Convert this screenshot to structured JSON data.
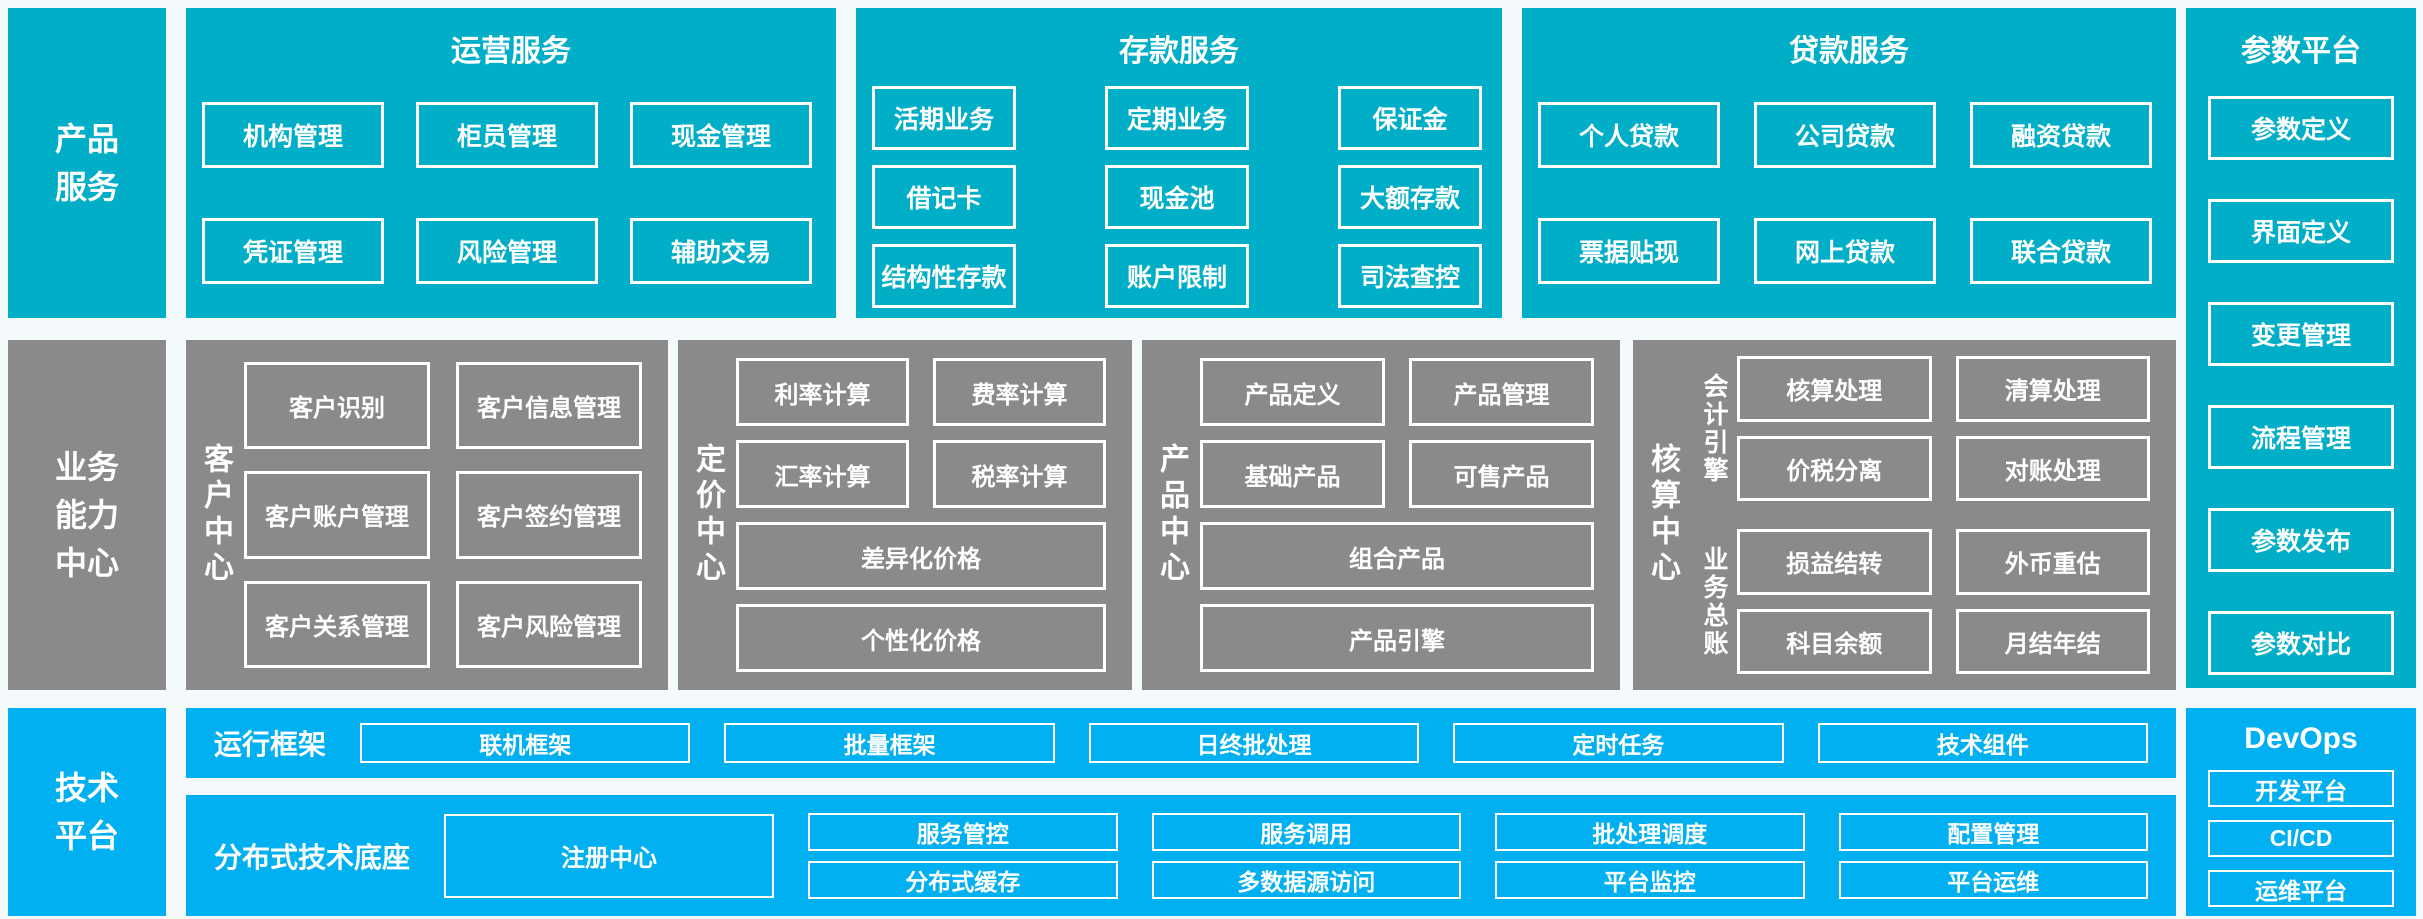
{
  "colors": {
    "teal": "#00aec7",
    "blue": "#00b0f0",
    "gray": "#8a8a8a"
  },
  "rails": {
    "products": "产品服务",
    "business": "业务能力中心",
    "tech": "技术平台"
  },
  "operations": {
    "title": "运营服务",
    "items": [
      "机构管理",
      "柜员管理",
      "现金管理",
      "凭证管理",
      "风险管理",
      "辅助交易"
    ]
  },
  "deposit": {
    "title": "存款服务",
    "items": [
      "活期业务",
      "定期业务",
      "保证金",
      "借记卡",
      "现金池",
      "大额存款",
      "结构性存款",
      "账户限制",
      "司法查控"
    ]
  },
  "loan": {
    "title": "贷款服务",
    "items": [
      "个人贷款",
      "公司贷款",
      "融资贷款",
      "票据贴现",
      "网上贷款",
      "联合贷款"
    ]
  },
  "params": {
    "title": "参数平台",
    "items": [
      "参数定义",
      "界面定义",
      "变更管理",
      "流程管理",
      "参数发布",
      "参数对比"
    ]
  },
  "customer": {
    "label": "客户中心",
    "items": [
      "客户识别",
      "客户信息管理",
      "客户账户管理",
      "客户签约管理",
      "客户关系管理",
      "客户风险管理"
    ]
  },
  "pricing": {
    "label": "定价中心",
    "small": [
      "利率计算",
      "费率计算",
      "汇率计算",
      "税率计算"
    ],
    "wide": [
      "差异化价格",
      "个性化价格"
    ]
  },
  "product": {
    "label": "产品中心",
    "small": [
      "产品定义",
      "产品管理",
      "基础产品",
      "可售产品"
    ],
    "wide": [
      "组合产品",
      "产品引擎"
    ]
  },
  "accounting": {
    "label": "核算中心",
    "groups": [
      {
        "label": "会计引擎",
        "items": [
          "核算处理",
          "清算处理",
          "价税分离",
          "对账处理"
        ]
      },
      {
        "label": "业务总账",
        "items": [
          "损益结转",
          "外币重估",
          "科目余额",
          "月结年结"
        ]
      }
    ]
  },
  "runtime": {
    "label": "运行框架",
    "items": [
      "联机框架",
      "批量框架",
      "日终批处理",
      "定时任务",
      "技术组件"
    ]
  },
  "distributed": {
    "label": "分布式技术底座",
    "registry": "注册中心",
    "columns": [
      [
        "服务管控",
        "分布式缓存"
      ],
      [
        "服务调用",
        "多数据源访问"
      ],
      [
        "批处理调度",
        "平台监控"
      ],
      [
        "配置管理",
        "平台运维"
      ]
    ]
  },
  "devops": {
    "title": "DevOps",
    "items": [
      "开发平台",
      "CI/CD",
      "运维平台"
    ]
  }
}
